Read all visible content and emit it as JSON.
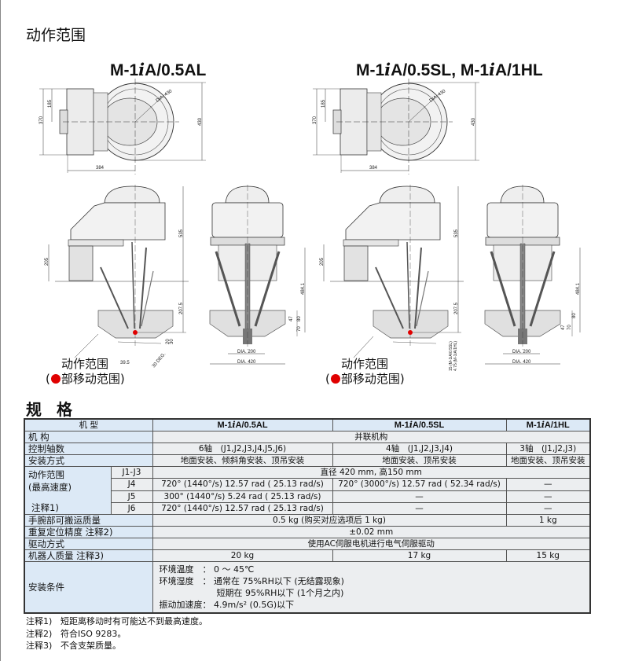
{
  "section_title": "动作范围",
  "models": {
    "al": {
      "prefix": "M-1",
      "i": "i",
      "suffix": "A/0.5AL"
    },
    "sl": {
      "prefix": "M-1",
      "i": "i",
      "suffix": "A/0.5SL"
    },
    "hl": {
      "prefix": "M-1",
      "i": "i",
      "suffix": "A/1HL"
    },
    "sep": ", "
  },
  "drawing_labels": {
    "d185": "185",
    "d370": "370",
    "d430": "430",
    "dia430": "DIA. 430",
    "d384": "384",
    "d535": "535",
    "d205": "205",
    "d2075": "207.5",
    "d4841": "484.1",
    "d47": "47",
    "d80": "80",
    "d70": "70",
    "dia200": "DIA. 200",
    "dia420": "DIA. 420",
    "d395": "39.5",
    "d30deg": "30 DEG.",
    "d20": "20",
    "d30": "30",
    "d15": "15 (M-1iA/0.5SL)",
    "d475": "4.75 (M-1iA/1HL)"
  },
  "caption": {
    "line1": "动作范围",
    "open": "(",
    "line2": "部移动范围)"
  },
  "colors": {
    "red_dot": "#e00000",
    "header_bg": "#dce9f6",
    "cell_bg": "#eceef0"
  },
  "spec_title": "规 格",
  "table": {
    "header_label": "机  型",
    "rows": {
      "mechanism": {
        "label": "机 构",
        "value": "并联机构"
      },
      "axes": {
        "label": "控制轴数",
        "al": "6轴　(J1,J2,J3,J4,J5,J6)",
        "sl": "4轴　(J1,J2,J3,J4)",
        "hl": "3轴　(J1,J2,J3)"
      },
      "mount": {
        "label": "安装方式",
        "al": "地面安装、倾斜角安装、顶吊安装",
        "sl": "地面安装、顶吊安装",
        "hl": "地面安装、顶吊安装"
      },
      "range": {
        "label1": "动作范围",
        "label2": "(最高速度)",
        "label3": "注释1)",
        "j13": {
          "joint": "J1-J3",
          "value": "直径 420 mm, 高150 mm"
        },
        "j4": {
          "joint": "J4",
          "al": "720° (1440°/s) 12.57 rad ( 25.13 rad/s)",
          "sl": "720° (3000°/s) 12.57 rad ( 52.34 rad/s)",
          "hl": "—"
        },
        "j5": {
          "joint": "J5",
          "al": "300° (1440°/s)  5.24 rad ( 25.13 rad/s)",
          "sl": "—",
          "hl": "—"
        },
        "j6": {
          "joint": "J6",
          "al": "720° (1440°/s) 12.57 rad ( 25.13 rad/s)",
          "sl": "—",
          "hl": "—"
        }
      },
      "payload": {
        "label": "手腕部可搬运质量",
        "al_sl": "0.5 kg (购买对应选项后 1 kg)",
        "hl": "1 kg"
      },
      "repeat": {
        "label": "重复定位精度 注释2)",
        "value": "±0.02 mm"
      },
      "drive": {
        "label": "驱动方式",
        "value": "使用AC伺服电机进行电气伺服驱动"
      },
      "mass": {
        "label": "机器人质量 注释3)",
        "al": "20 kg",
        "sl": "17 kg",
        "hl": "15 kg"
      },
      "env": {
        "label": "安装条件",
        "temp_k": "环境温度　：",
        "temp_v": "0 ～ 45℃",
        "hum_k": "环境湿度　：",
        "hum_v1": "通常在 75%RH以下 (无结露现象)",
        "hum_v2": "短期在 95%RH以下 (1个月之内)",
        "vib_k": "振动加速度：",
        "vib_v": "4.9m/s² (0.5G)以下"
      }
    }
  },
  "notes": [
    {
      "key": "注释1)",
      "text": "短距离移动时有可能达不到最高速度。"
    },
    {
      "key": "注释2)",
      "text": "符合ISO 9283。"
    },
    {
      "key": "注释3)",
      "text": "不含支架质量。"
    }
  ]
}
